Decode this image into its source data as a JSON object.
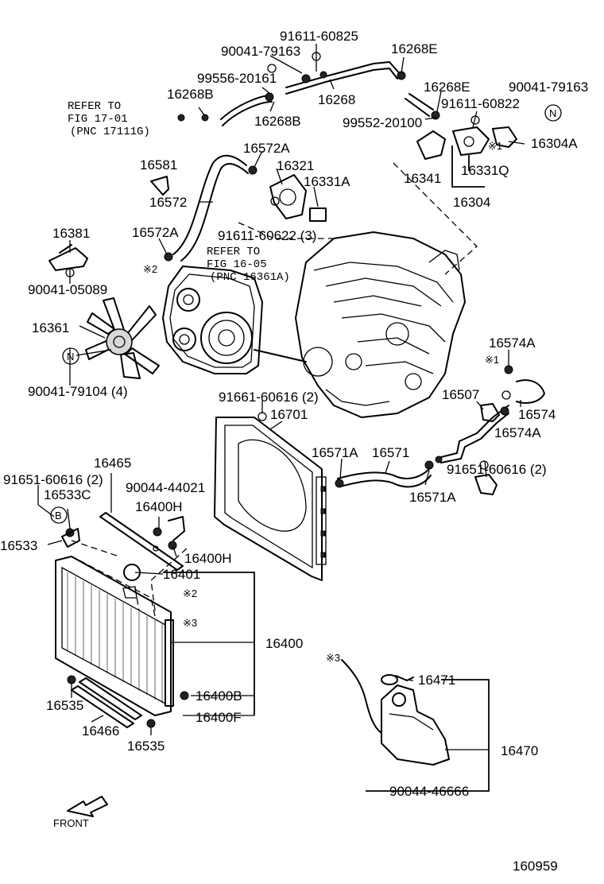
{
  "figure_number": "160959",
  "front_label": "FRONT",
  "refs": {
    "ref1": [
      "REFER TO",
      "FIG 17-01",
      "(PNC 17111G)"
    ],
    "ref2": [
      "REFER TO",
      "FIG 16-05",
      "(PNC 16361A)"
    ]
  },
  "symbols": {
    "circle_n": "N",
    "circle_b": "B",
    "star1": "※1",
    "star2": "※2",
    "star3": "※3"
  },
  "parts": {
    "p_91611_60825": "91611-60825",
    "p_90041_79163_top": "90041-79163",
    "p_16268E_top": "16268E",
    "p_99556_20161": "99556-20161",
    "p_16268B_left": "16268B",
    "p_16268": "16268",
    "p_16268E_mid": "16268E",
    "p_90041_79163_right": "90041-79163",
    "p_91611_60822": "91611-60822",
    "p_16268B_mid": "16268B",
    "p_99552_20100": "99552-20100",
    "p_16304A": "16304A",
    "p_16572A_top": "16572A",
    "p_16581": "16581",
    "p_16321": "16321",
    "p_16341": "16341",
    "p_16331Q": "16331Q",
    "p_16331A": "16331A",
    "p_16572": "16572",
    "p_16304": "16304",
    "p_16381": "16381",
    "p_16572A_left": "16572A",
    "p_91611_60622": "91611-60622 (3)",
    "p_90041_05089": "90041-05089",
    "p_16361": "16361",
    "p_16574A_top": "16574A",
    "p_90041_79104": "90041-79104 (4)",
    "p_16507": "16507",
    "p_16574": "16574",
    "p_91661_60616": "91661-60616 (2)",
    "p_16701": "16701",
    "p_16574A_bot": "16574A",
    "p_16571A_top": "16571A",
    "p_16571": "16571",
    "p_16465": "16465",
    "p_91651_60616_right": "91651-60616 (2)",
    "p_91651_60616_left": "91651-60616 (2)",
    "p_90044_44021": "90044-44021",
    "p_16571A_bot": "16571A",
    "p_16533C": "16533C",
    "p_16400H_top": "16400H",
    "p_16533": "16533",
    "p_16400H_bot": "16400H",
    "p_16401": "16401",
    "p_16400": "16400",
    "p_16471": "16471",
    "p_16400B": "16400B",
    "p_16535_left": "16535",
    "p_16400F": "16400F",
    "p_16470": "16470",
    "p_16466": "16466",
    "p_16535_bot": "16535",
    "p_90044_46666": "90044-46666"
  }
}
